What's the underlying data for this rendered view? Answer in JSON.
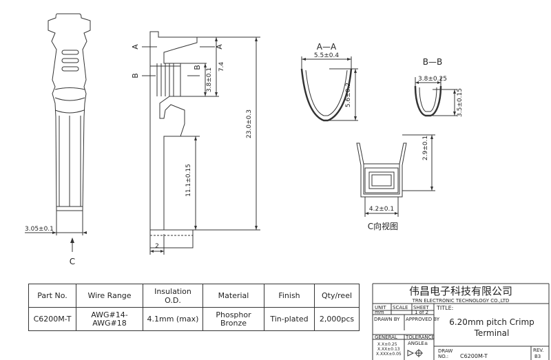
{
  "labels": {
    "section_a_left": "A",
    "section_a_right": "A",
    "section_b_left": "B",
    "section_b_right": "B",
    "view_c": "C",
    "section_aa_title": "A—A",
    "section_bb_title": "B—B",
    "view_c_title": "C向视图"
  },
  "dimensions": {
    "d305": "3.05±0.1",
    "d74": "7.4",
    "d38": "3.8±0.1",
    "d230": "23.0±0.3",
    "d111": "11.1±0.15",
    "d2": "2",
    "d55": "5.5±0.4",
    "d56": "5.6±0.2",
    "d38b": "3.8±0.25",
    "d35": "3.5±0.15",
    "d29": "2.9±0.1",
    "d42": "4.2±0.1"
  },
  "spec_table": {
    "headers": [
      "Part No.",
      "Wire Range",
      "Insulation O.D.",
      "Material",
      "Finish",
      "Qty/reel"
    ],
    "values": [
      "C6200M-T",
      "AWG#14-AWG#18",
      "4.1mm (max)",
      "Phosphor Bronze",
      "Tin-plated",
      "2,000pcs"
    ]
  },
  "title_block": {
    "company_cn": "伟昌电子科技有限公司",
    "company_en": "TRN ELECTRONIC TECHNOLOGY CO.,LTD",
    "unit_label": "UNIT",
    "unit_value": "mm",
    "scale_label": "SCALE",
    "sheet_label": "SHEET",
    "sheet_value": "1 of 2",
    "title_label": "TITLE:",
    "drawn_label": "DRAWN BY",
    "approved_label": "APPROVED BY",
    "title_line1": "6.20mm pitch Crimp",
    "title_line2": "Terminal",
    "general_label": "GENERAL",
    "tolerance_label": "TOLERANCE",
    "angle_label": "ANGLE±",
    "tol1": "X.X±0.25",
    "tol2": "X.XX±0.13",
    "tol3": "X.XXX±0.05",
    "draw_label": "DRAW",
    "no_label": "NO.:",
    "draw_no": "C6200M-T",
    "rev_label": "REV.",
    "rev_value": "B3"
  }
}
